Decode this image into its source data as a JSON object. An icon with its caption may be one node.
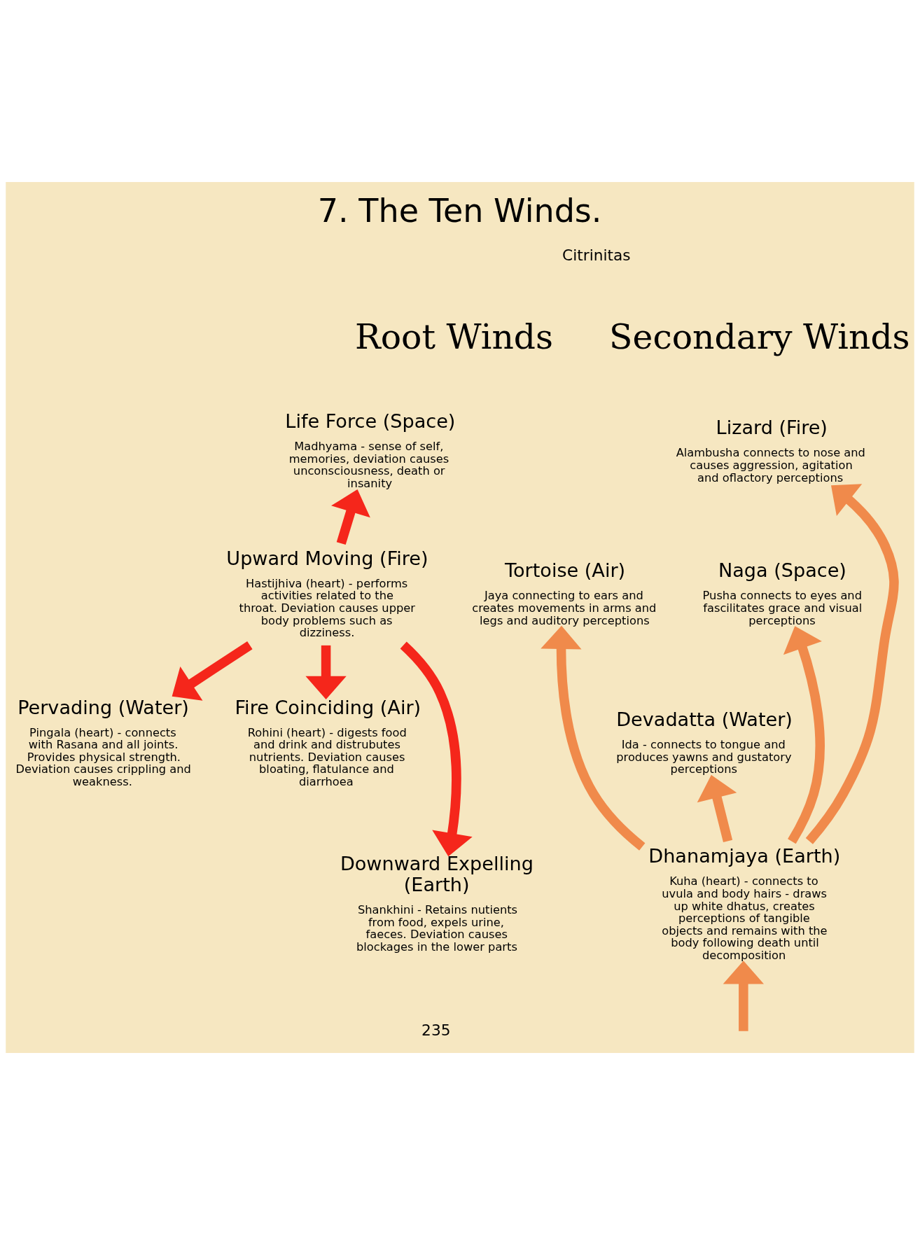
{
  "diagram": {
    "title": "7. The Ten Winds.",
    "nodes": [
      {
        "text": [
          "Root Winds"
        ]
      },
      {
        "text": [
          "Life Force (Space)",
          "Madhyama - sense of self, memories, deviation causes unconsciousness, death or insanity"
        ]
      },
      {
        "text": [
          "Upward Moving (Fire)",
          "Hastijhiva (heart) - performs activities related to the throat. Deviation causes upper body problems such as dizziness."
        ]
      },
      {
        "text": [
          "Fire Coinciding (Air)",
          "Rohini (heart) - digests food and drink and distrubutes nutrients. Deviation causes bloating, flatulance and diarrhoea"
        ]
      },
      {
        "text": [
          "Pervading (Water)",
          "Pingala (heart) - connects with Rasana and all joints. Provides physical strength. Deviation causes crippling and weakness."
        ]
      },
      {
        "text": [
          "Downward Expelling (Earth)",
          "Shankhini - Retains nutients from food, expels urine, faeces. Deviation causes blockages in the lower parts"
        ]
      },
      {
        "text": [
          "Secondary Winds"
        ]
      },
      {
        "text": [
          "Lizard (Fire)",
          "Alambusha connects to nose and causes aggression, agitation and oflactory perceptions"
        ]
      },
      {
        "text": [
          "Tortoise (Air)",
          "Jaya connecting to ears and creates movements in arms and legs and auditory perceptions"
        ]
      },
      {
        "text": [
          "Naga (Space)",
          "Pusha connects to eyes and fascilitates grace and visual perceptions"
        ]
      },
      {
        "text": [
          "Devadatta (Water)",
          "Ida - connects to tongue and produces yawns and gustatory perceptions"
        ]
      },
      {
        "text": [
          "Dhanamjaya (Earth)",
          "Kuha (heart) - connects to uvula and body hairs - draws up white dhatus, creates perceptions of tangible objects and remains with the body following death until decomposition"
        ]
      }
    ],
    "edges": [
      {
        "from": 2,
        "to": 1,
        "arrow": "to",
        "color": "#f5261b"
      },
      {
        "from": 2,
        "to": 3,
        "arrow": "to",
        "color": "#f5261b"
      },
      {
        "from": 2,
        "to": 4,
        "arrow": "to",
        "color": "#f5261b"
      },
      {
        "from": 2,
        "to": 5,
        "arrow": "to",
        "color": "#f5261b"
      },
      {
        "from": null,
        "to": 11,
        "arrow": "to"
      },
      {
        "from": 11,
        "to": 10,
        "arrow": "to"
      },
      {
        "from": 11,
        "to": 8,
        "arrow": "to"
      },
      {
        "from": 11,
        "to": 7,
        "arrow": "to"
      },
      {
        "from": 11,
        "to": 9,
        "arrow": "to"
      }
    ],
    "labels": [
      "Citrinitas",
      "235"
    ]
  }
}
